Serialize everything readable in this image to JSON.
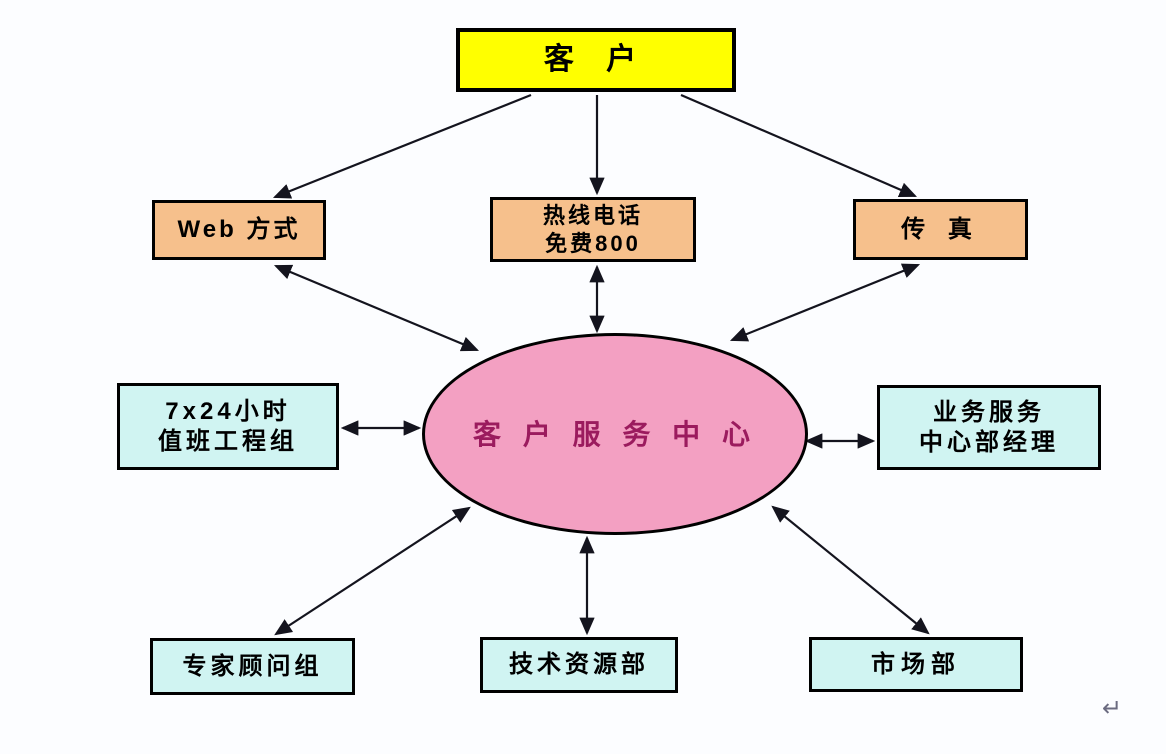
{
  "page": {
    "background_color": "#fcfdff"
  },
  "diagram": {
    "nodes": {
      "customer": {
        "label": "客 户",
        "fill": "#ffff00"
      },
      "web": {
        "label": "Web 方式",
        "fill": "#f6c08c"
      },
      "hotline": {
        "line1": "热线电话",
        "line2": "免费800",
        "fill": "#f6c08c"
      },
      "fax": {
        "label": "传 真",
        "fill": "#f6c08c"
      },
      "center": {
        "label": "客 户 服 务 中 心",
        "fill": "#f3a0c2",
        "text_color": "#9b1b5e"
      },
      "duty": {
        "line1": "7x24小时",
        "line2": "值班工程组",
        "fill": "#d0f4f2"
      },
      "manager": {
        "line1": "业务服务",
        "line2": "中心部经理",
        "fill": "#d0f4f2"
      },
      "experts": {
        "label": "专家顾问组",
        "fill": "#d0f4f2"
      },
      "tech": {
        "label": "技术资源部",
        "fill": "#d0f4f2"
      },
      "marketing": {
        "label": "市场部",
        "fill": "#d0f4f2"
      }
    },
    "edges": [
      {
        "from": "customer",
        "to": "web",
        "bidirectional": false
      },
      {
        "from": "customer",
        "to": "hotline",
        "bidirectional": false
      },
      {
        "from": "customer",
        "to": "fax",
        "bidirectional": false
      },
      {
        "from": "web",
        "to": "center",
        "bidirectional": true
      },
      {
        "from": "hotline",
        "to": "center",
        "bidirectional": true
      },
      {
        "from": "fax",
        "to": "center",
        "bidirectional": true
      },
      {
        "from": "duty",
        "to": "center",
        "bidirectional": true
      },
      {
        "from": "center",
        "to": "manager",
        "bidirectional": true
      },
      {
        "from": "center",
        "to": "experts",
        "bidirectional": true
      },
      {
        "from": "center",
        "to": "tech",
        "bidirectional": true
      },
      {
        "from": "center",
        "to": "marketing",
        "bidirectional": true
      }
    ],
    "arrow_color": "#14141e",
    "border_color": "#000000"
  },
  "footer": {
    "return_mark": "↵"
  }
}
